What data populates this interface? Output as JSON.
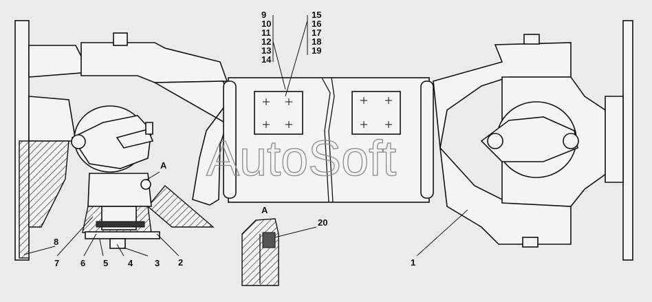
{
  "watermark": "AutoSoft",
  "section_label": "A",
  "callouts": {
    "left_stack": [
      "9",
      "10",
      "11",
      "12",
      "13",
      "14"
    ],
    "right_stack": [
      "15",
      "16",
      "17",
      "18",
      "19"
    ],
    "parts": [
      "1",
      "2",
      "3",
      "4",
      "5",
      "6",
      "7",
      "8"
    ],
    "detail": "20"
  }
}
